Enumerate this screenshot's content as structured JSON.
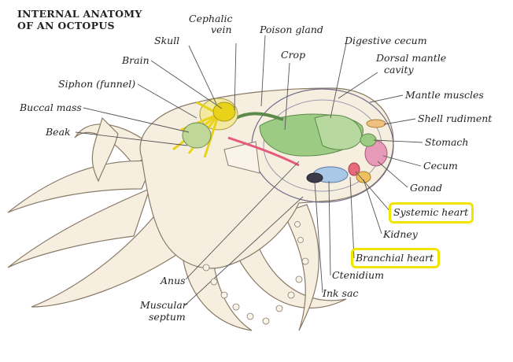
{
  "title": {
    "line1": "INTERNAL ANATOMY",
    "line2": "OF AN OCTOPUS"
  },
  "labels": {
    "cephalic_vein_1": "Cephalic",
    "cephalic_vein_2": "vein",
    "poison_gland": "Poison gland",
    "skull": "Skull",
    "crop": "Crop",
    "digestive_cecum": "Digestive cecum",
    "dorsal_mantle_1": "Dorsal mantle",
    "dorsal_mantle_2": "cavity",
    "brain": "Brain",
    "siphon": "Siphon (funnel)",
    "mantle_muscles": "Mantle muscles",
    "buccal_mass": "Buccal mass",
    "shell_rudiment": "Shell rudiment",
    "beak": "Beak",
    "stomach": "Stomach",
    "cecum": "Cecum",
    "gonad": "Gonad",
    "systemic_heart": "Systemic heart",
    "kidney": "Kidney",
    "branchial_heart": "Branchial heart",
    "ctenidium": "Ctenidium",
    "anus": "Anus",
    "ink_sac": "Ink sac",
    "muscular_septum_1": "Muscular",
    "muscular_septum_2": "septum"
  },
  "colors": {
    "highlight": "#f1e500",
    "body": "#f6efe0",
    "digestive": "#9ccc84",
    "brain": "#e8d21a",
    "gonad": "#e79ab7",
    "ctenidium": "#a9c7e6"
  }
}
